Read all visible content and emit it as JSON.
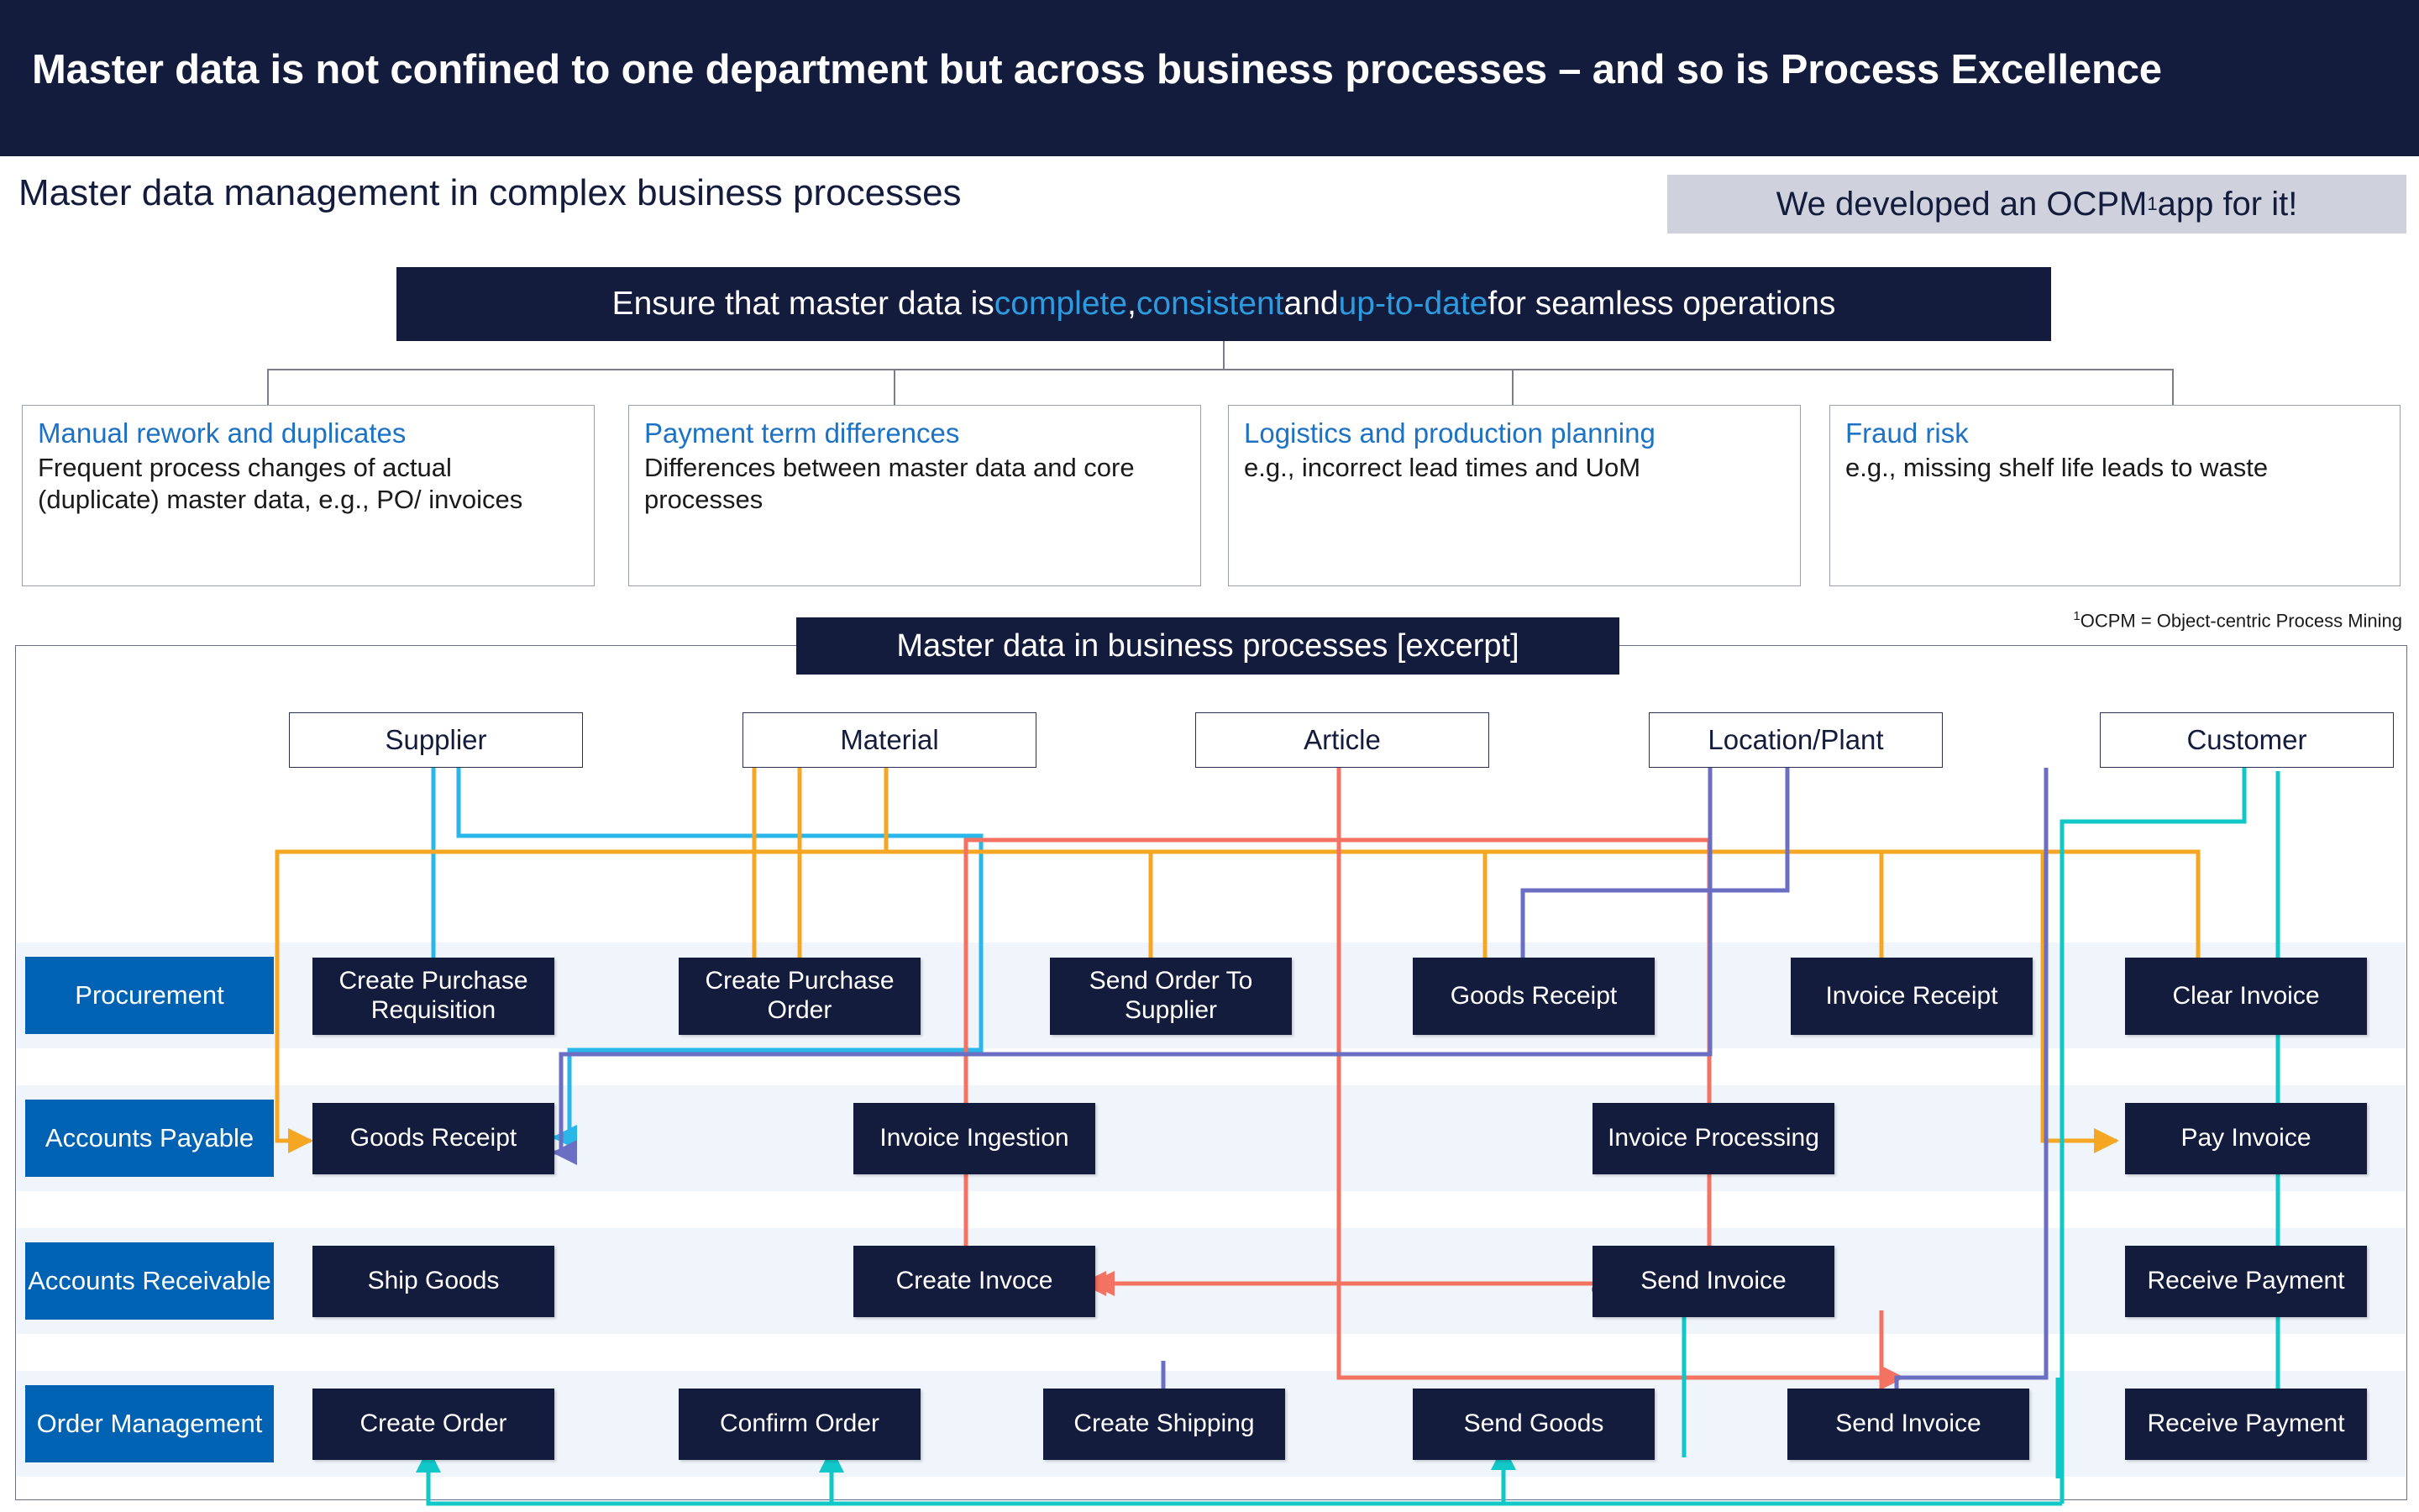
{
  "header": {
    "title": "Master data is not confined to one department but across business processes – and so is Process Excellence"
  },
  "subheader": {
    "text": "Master data management in complex business processes",
    "badge_prefix": "We developed an OCPM",
    "badge_sup": "1",
    "badge_suffix": " app for it!"
  },
  "ensure_banner": {
    "part1": "Ensure that master data is ",
    "hl1": "complete",
    "part2": ", ",
    "hl2": "consistent",
    "part3": " and ",
    "hl3": "up-to-date",
    "part4": " for seamless operations"
  },
  "info_boxes": [
    {
      "title": "Manual rework and duplicates",
      "body": "Frequent process changes of actual (duplicate) master data, e.g., PO/ invoices"
    },
    {
      "title": "Payment term differences",
      "body": "Differences between master data and core processes"
    },
    {
      "title": "Logistics and production planning",
      "body": "e.g., incorrect lead times and UoM"
    },
    {
      "title": "Fraud risk",
      "body": "e.g., missing shelf life leads to waste"
    }
  ],
  "footnote": {
    "sup": "1",
    "text": "OCPM = Object-centric Process Mining"
  },
  "panel": {
    "title": "Master data in business processes [excerpt]",
    "master_data_objects": [
      {
        "label": "Supplier",
        "color": "#29B6E8"
      },
      {
        "label": "Material",
        "color": "#F5A623"
      },
      {
        "label": "Article",
        "color": "#F47262"
      },
      {
        "label": "Location/Plant",
        "color": "#6B6FC4"
      },
      {
        "label": "Customer",
        "color": "#11C7C7"
      }
    ],
    "lanes": [
      {
        "label": "Procurement",
        "activities": [
          "Create Purchase Requisition",
          "Create Purchase Order",
          "Send Order To Supplier",
          "Goods Receipt",
          "Invoice Receipt",
          "Clear Invoice"
        ]
      },
      {
        "label": "Accounts Payable",
        "activities": [
          "Goods Receipt",
          "Invoice Ingestion",
          "Invoice Processing",
          "Pay Invoice"
        ]
      },
      {
        "label": "Accounts Receivable",
        "activities": [
          "Ship Goods",
          "Create Invoce",
          "Send Invoice",
          "Receive Payment"
        ]
      },
      {
        "label": "Order Management",
        "activities": [
          "Create Order",
          "Confirm Order",
          "Create Shipping",
          "Send Goods",
          "Send Invoice",
          "Receive Payment"
        ]
      }
    ]
  },
  "colors": {
    "dark_navy": "#131C3C",
    "accent_blue": "#1C72C4",
    "lane_blue": "#0062B3",
    "lane_bg": "#F0F5FC",
    "badge_gray": "#CFD2DC",
    "highlight_cyan": "#2C9BE0",
    "supplier": "#29B6E8",
    "material": "#F5A623",
    "article": "#F47262",
    "location": "#6B6FC4",
    "customer": "#11C7C7"
  }
}
